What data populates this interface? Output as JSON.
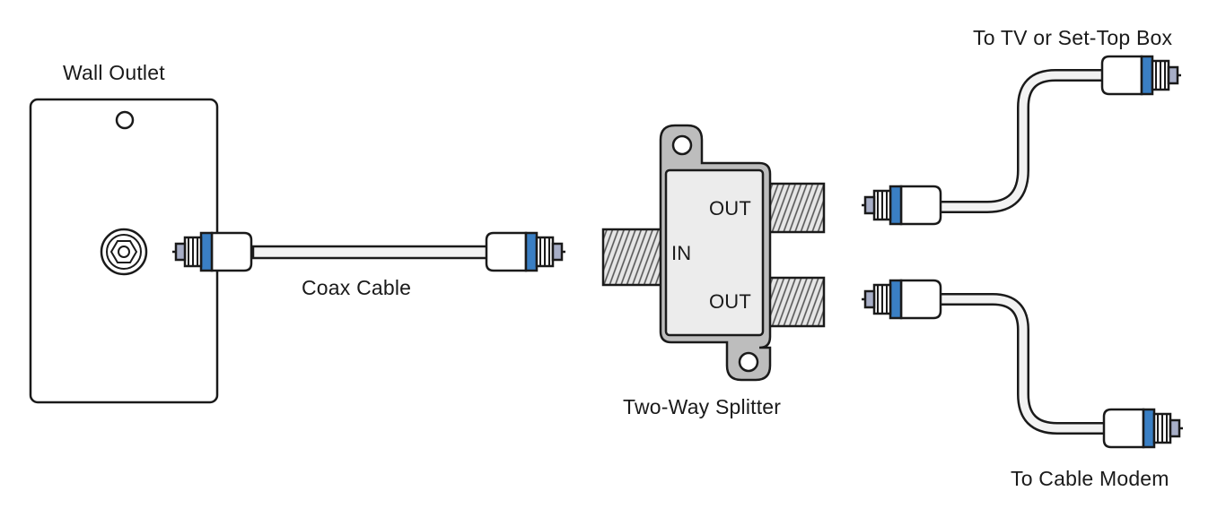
{
  "labels": {
    "wall_outlet": "Wall Outlet",
    "coax_cable": "Coax Cable",
    "splitter": "Two-Way Splitter",
    "in_port": "IN",
    "out_port_top": "OUT",
    "out_port_bottom": "OUT",
    "to_tv": "To TV or Set-Top Box",
    "to_modem": "To Cable Modem"
  },
  "colors": {
    "outline": "#1a1a1a",
    "connector_band": "#3a7fc4",
    "splitter_body": "#bdbdbd",
    "splitter_face": "#ececec",
    "cable_fill": "#f2f2f2",
    "pin": "#a7aec7"
  }
}
